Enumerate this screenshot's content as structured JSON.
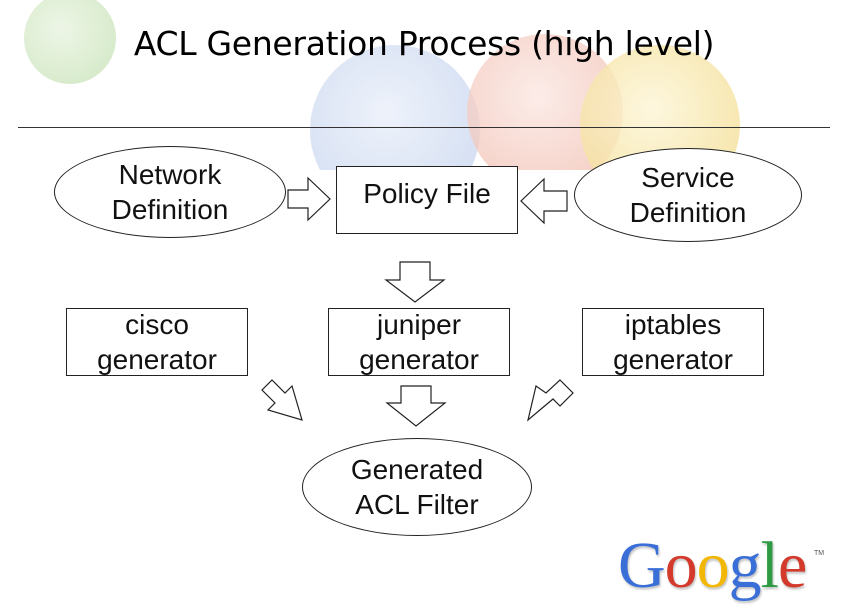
{
  "title": "ACL Generation Process (high level)",
  "nodes": {
    "network_definition": "Network\nDefinition",
    "policy_file": "Policy File",
    "service_definition": "Service\nDefinition",
    "cisco_generator": "cisco\ngenerator",
    "juniper_generator": "juniper\ngenerator",
    "iptables_generator": "iptables\ngenerator",
    "generated_acl_filter": "Generated\nACL Filter"
  },
  "logo": {
    "letters": [
      "G",
      "o",
      "o",
      "g",
      "l",
      "e"
    ],
    "colors": [
      "#3a6fd8",
      "#d33a2c",
      "#f2b705",
      "#3a6fd8",
      "#2e9b44",
      "#d33a2c"
    ],
    "tm": "TM"
  },
  "colors": {
    "line": "#222222",
    "arrow_fill": "#ffffff"
  }
}
